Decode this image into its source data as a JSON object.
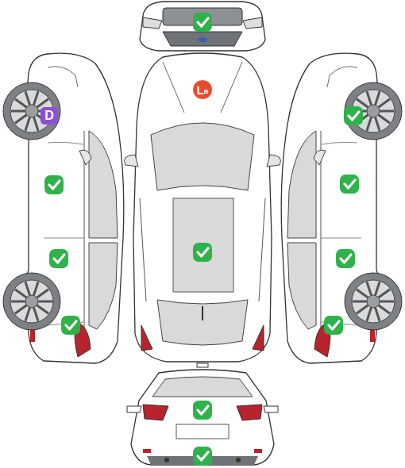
{
  "diagram": {
    "nodes": [
      {
        "text": [
          "D"
        ]
      },
      {
        "text": [
          "L",
          "B"
        ]
      }
    ]
  }
}
